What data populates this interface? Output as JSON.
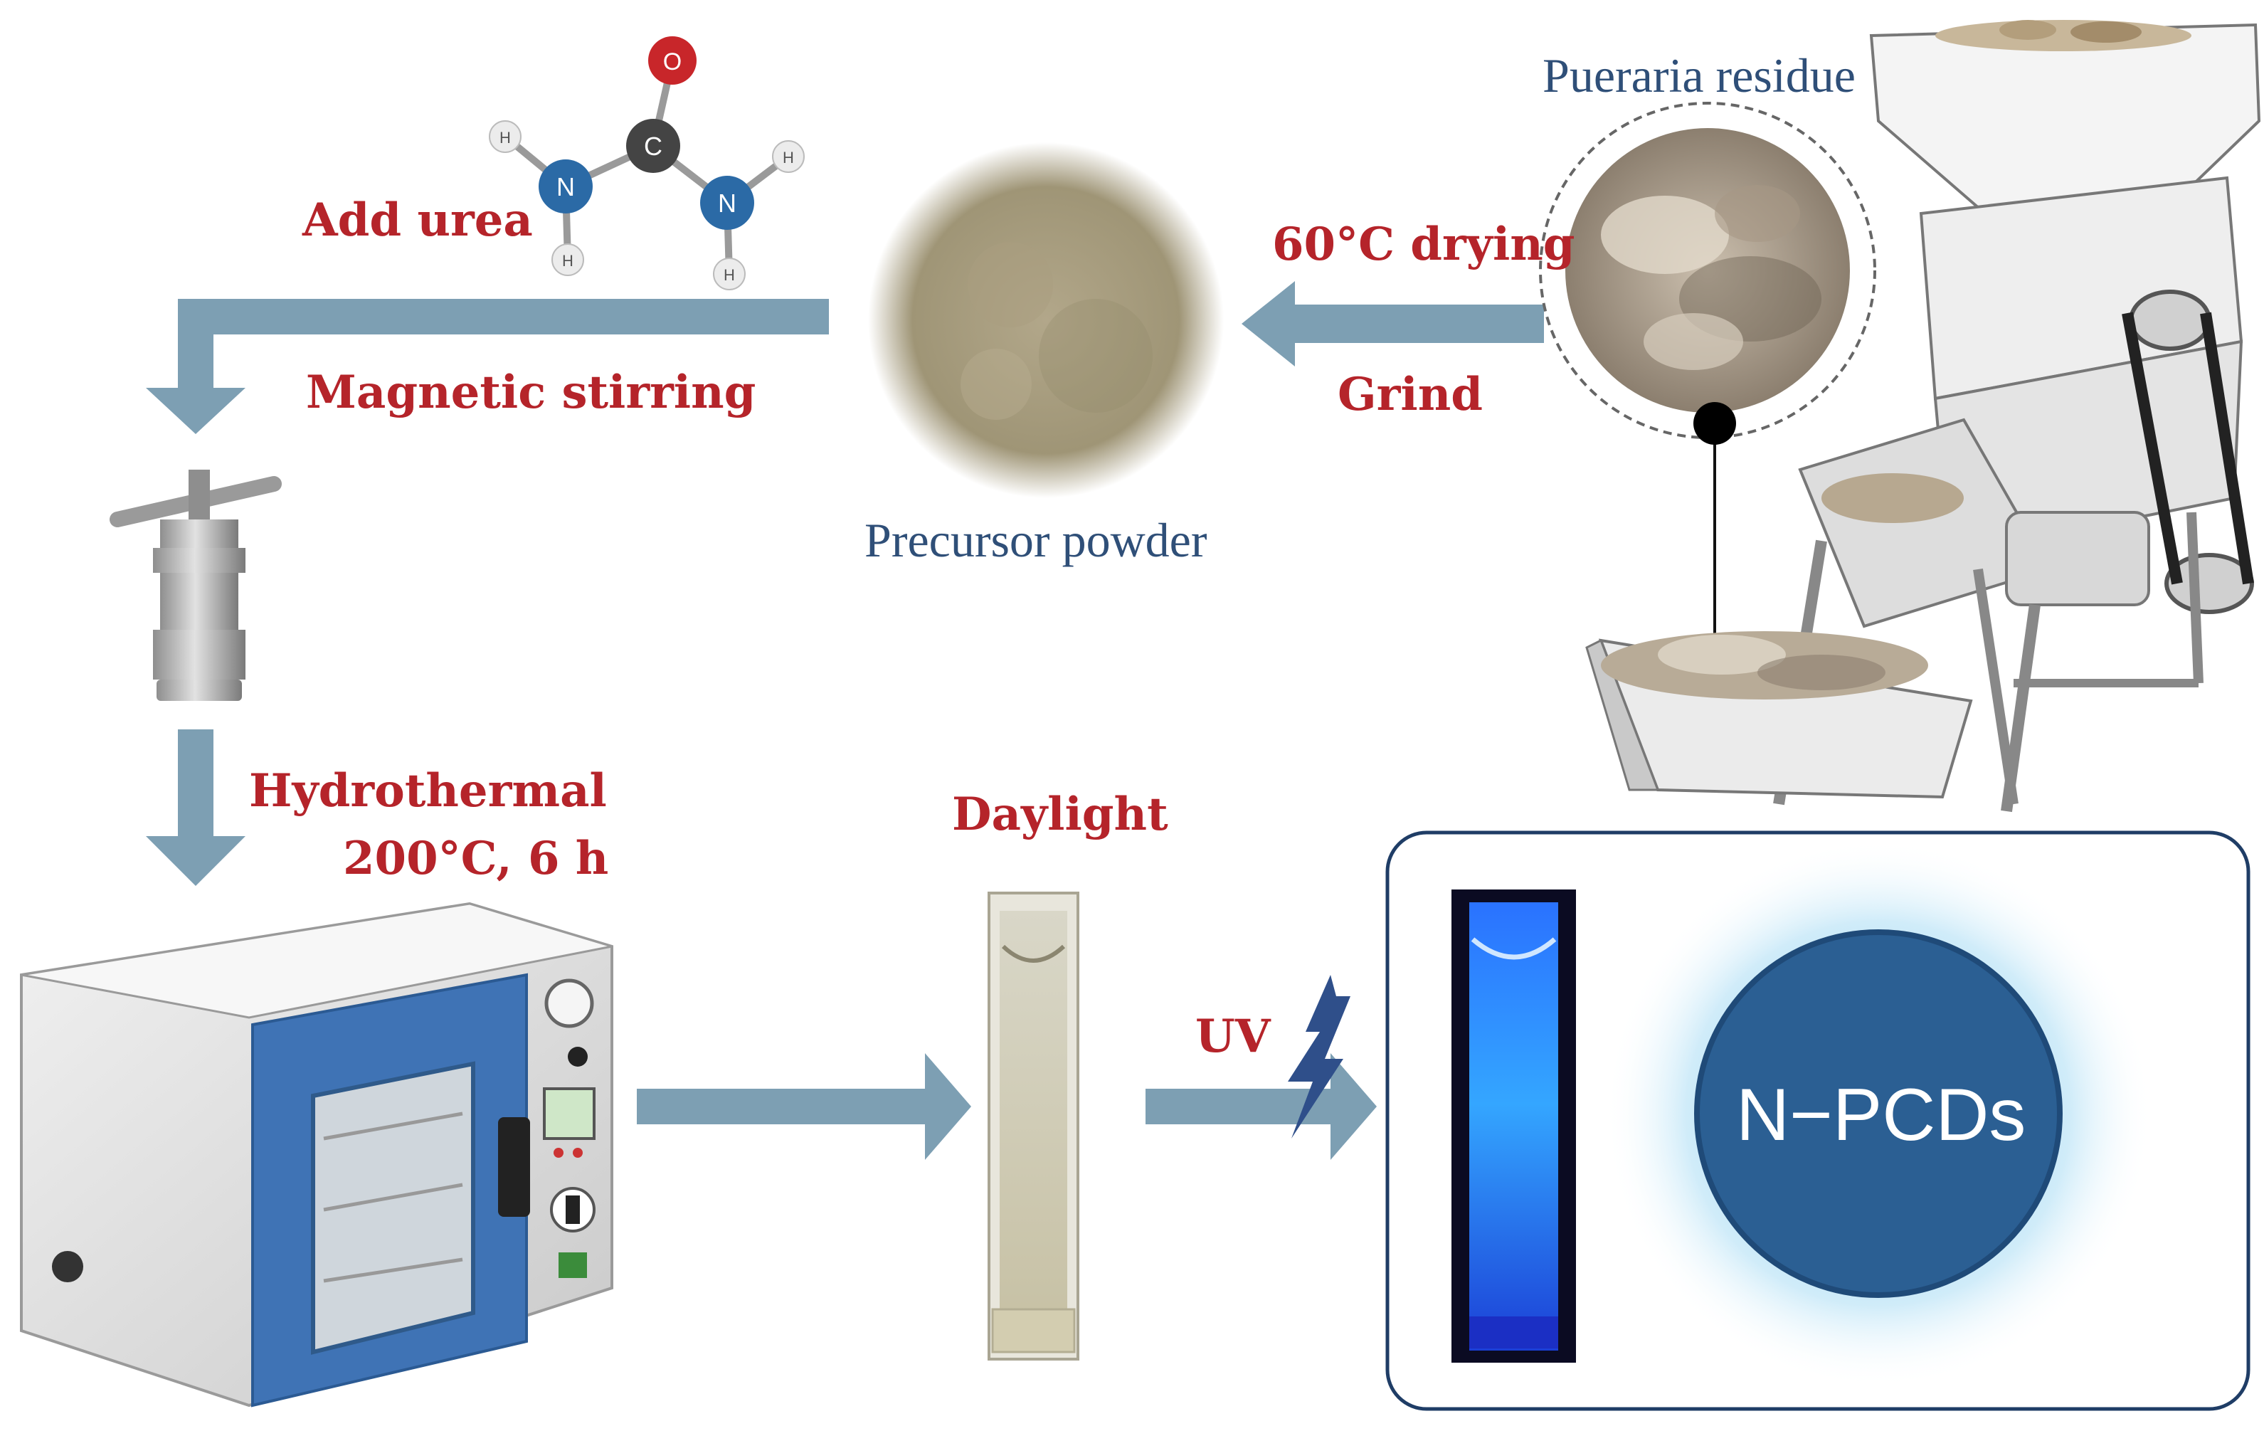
{
  "colors": {
    "label_red": "#b5242a",
    "label_blue": "#2f4f78",
    "arrow": "#7d9fb3",
    "oven_door": "#3f73b5",
    "npcd_circle": "#2b5f93",
    "glow": "#7fc8ec",
    "uv_bolt": "#2f4f8a",
    "panel_border": "#1f3d66"
  },
  "labels": {
    "add_urea": "Add urea",
    "magnetic_stirring": "Magnetic stirring",
    "drying": "60°C drying",
    "grind": "Grind",
    "pueraria_residue": "Pueraria residue",
    "precursor_powder": "Precursor powder",
    "hydrothermal": "Hydrothermal",
    "hydrothermal_cond": "200°C, 6 h",
    "daylight": "Daylight",
    "uv": "UV",
    "product": "N−PCDs"
  },
  "molecule": {
    "atoms": {
      "o": "O",
      "c": "C",
      "n1": "N",
      "n2": "N",
      "h": "H"
    }
  },
  "icons": [
    "urea-molecule-icon",
    "powder-icon",
    "grinder-machine-icon",
    "autoclave-icon",
    "oven-icon",
    "cuvette-daylight-icon",
    "cuvette-uv-icon",
    "lightning-icon"
  ]
}
